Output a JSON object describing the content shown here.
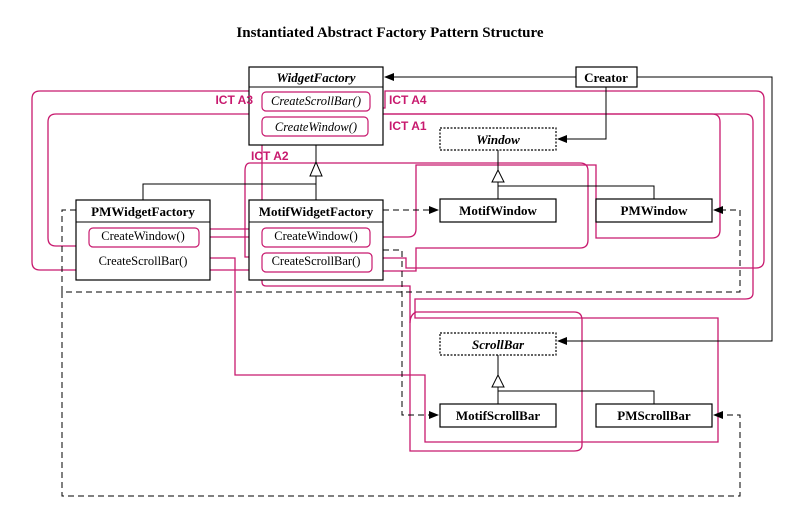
{
  "title": "Instantiated Abstract Factory Pattern Structure",
  "colors": {
    "ict": "#c8196e",
    "line": "#000000"
  },
  "classes": {
    "widget_factory": {
      "name": "WidgetFactory",
      "ops": [
        "CreateScrollBar()",
        "CreateWindow()"
      ]
    },
    "creator": {
      "name": "Creator"
    },
    "window": {
      "name": "Window"
    },
    "motif_window": {
      "name": "MotifWindow"
    },
    "pm_window": {
      "name": "PMWindow"
    },
    "pm_widget_factory": {
      "name": "PMWidgetFactory",
      "ops": [
        "CreateWindow()",
        "CreateScrollBar()"
      ]
    },
    "motif_widget_factory": {
      "name": "MotifWidgetFactory",
      "ops": [
        "CreateWindow()",
        "CreateScrollBar()"
      ]
    },
    "scrollbar": {
      "name": "ScrollBar"
    },
    "motif_scrollbar": {
      "name": "MotifScrollBar"
    },
    "pm_scrollbar": {
      "name": "PMScrollBar"
    }
  },
  "ict_labels": {
    "a1": "ICT A1",
    "a2": "ICT A2",
    "a3": "ICT A3",
    "a4": "ICT A4"
  }
}
